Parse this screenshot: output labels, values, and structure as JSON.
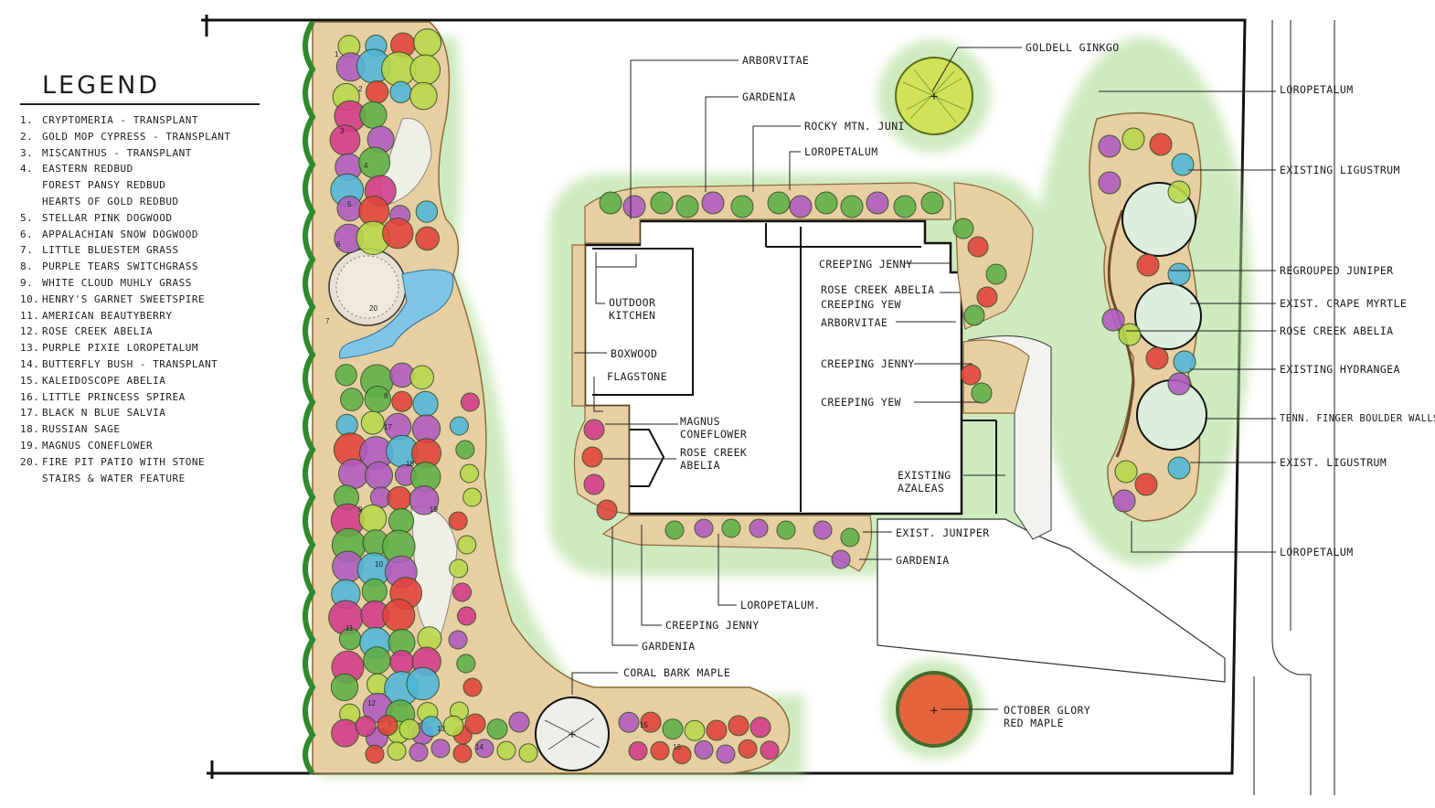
{
  "legend": {
    "title": "LEGEND",
    "items": [
      {
        "num": "1.",
        "text": "CRYPTOMERIA - TRANSPLANT"
      },
      {
        "num": "2.",
        "text": "GOLD MOP CYPRESS - TRANSPLANT"
      },
      {
        "num": "3.",
        "text": "MISCANTHUS - TRANSPLANT"
      },
      {
        "num": "4.",
        "text": "EASTERN REDBUD"
      },
      {
        "num": "",
        "text": "FOREST PANSY REDBUD"
      },
      {
        "num": "",
        "text": "HEARTS OF GOLD REDBUD"
      },
      {
        "num": "5.",
        "text": "STELLAR PINK DOGWOOD"
      },
      {
        "num": "6.",
        "text": "APPALACHIAN SNOW DOGWOOD"
      },
      {
        "num": "7.",
        "text": "LITTLE BLUESTEM GRASS"
      },
      {
        "num": "8.",
        "text": "PURPLE TEARS SWITCHGRASS"
      },
      {
        "num": "9.",
        "text": "WHITE CLOUD MUHLY GRASS"
      },
      {
        "num": "10.",
        "text": "HENRY'S GARNET SWEETSPIRE"
      },
      {
        "num": "11.",
        "text": "AMERICAN BEAUTYBERRY"
      },
      {
        "num": "12.",
        "text": "ROSE CREEK ABELIA"
      },
      {
        "num": "13.",
        "text": "PURPLE PIXIE LOROPETALUM"
      },
      {
        "num": "14.",
        "text": "BUTTERFLY BUSH - TRANSPLANT"
      },
      {
        "num": "15.",
        "text": "KALEIDOSCOPE ABELIA"
      },
      {
        "num": "16.",
        "text": "LITTLE PRINCESS SPIREA"
      },
      {
        "num": "17.",
        "text": "BLACK N BLUE SALVIA"
      },
      {
        "num": "18.",
        "text": "RUSSIAN SAGE"
      },
      {
        "num": "19.",
        "text": "MAGNUS CONEFLOWER"
      },
      {
        "num": "20.",
        "text": "FIRE PIT PATIO WITH STONE"
      },
      {
        "num": "",
        "text": "STAIRS & WATER FEATURE"
      }
    ]
  },
  "labels": {
    "arborvitae_top": "ARBORVITAE",
    "gardenia_top": "GARDENIA",
    "rocky_mtn": "ROCKY MTN. JUNI",
    "loropetalum_top": "LOROPETALUM",
    "goldell_ginkgo": "GOLDELL GINKGO",
    "outdoor_kitchen": "OUTDOOR KITCHEN",
    "boxwood": "BOXWOOD",
    "flagstone": "FLAGSTONE",
    "magnus_coneflower": "MAGNUS CONEFLOWER",
    "rose_creek_left": "ROSE CREEK ABELIA",
    "creeping_jenny_1": "CREEPING JENNY",
    "rose_creek_abelia_r": "ROSE CREEK ABELIA",
    "creeping_yew_1": "CREEPING YEW",
    "arborvitae_mid": "ARBORVITAE",
    "creeping_jenny_2": "CREEPING JENNY",
    "creeping_yew_2": "CREEPING YEW",
    "existing_azaleas": "EXISTING AZALEAS",
    "exist_juniper": "EXIST. JUNIPER",
    "gardenia_mid": "GARDENIA",
    "loropetalum_bottom": "LOROPETALUM.",
    "creeping_jenny_bottom": "CREEPING JENNY",
    "gardenia_bottom": "GARDENIA",
    "coral_bark": "CORAL BARK MAPLE",
    "october_glory": "OCTOBER GLORY RED MAPLE",
    "loropetalum_r1": "LOROPETALUM",
    "existing_ligustrum": "EXISTING LIGUSTRUM",
    "regrouped_juniper": "REGROUPED JUNIPER",
    "exist_crape": "EXIST. CRAPE MYRTLE",
    "rose_creek_r": "ROSE CREEK ABELIA",
    "existing_hydrangea": "EXISTING HYDRANGEA",
    "boulder_walls": "TENN. FINGER BOULDER WALLS",
    "exist_ligustrum2": "EXIST. LIGUSTRUM",
    "loropetalum_r2": "LOROPETALUM"
  },
  "bed_numbers": [
    "1",
    "2",
    "3",
    "4",
    "5",
    "6",
    "7",
    "8",
    "9",
    "10",
    "11",
    "12",
    "13",
    "14",
    "15",
    "16",
    "17",
    "18",
    "19",
    "20"
  ],
  "colors": {
    "mulch": "#e8cfa2",
    "lawn_edge": "#9cd083",
    "green_shrub": "#5fb148",
    "yellow_green": "#b9d94a",
    "purple": "#b05bc0",
    "magenta": "#d23b8a",
    "red": "#e0423a",
    "blue": "#4fb7d9",
    "ginkgo": "#cfe25a",
    "maple_red": "#e3643b"
  }
}
